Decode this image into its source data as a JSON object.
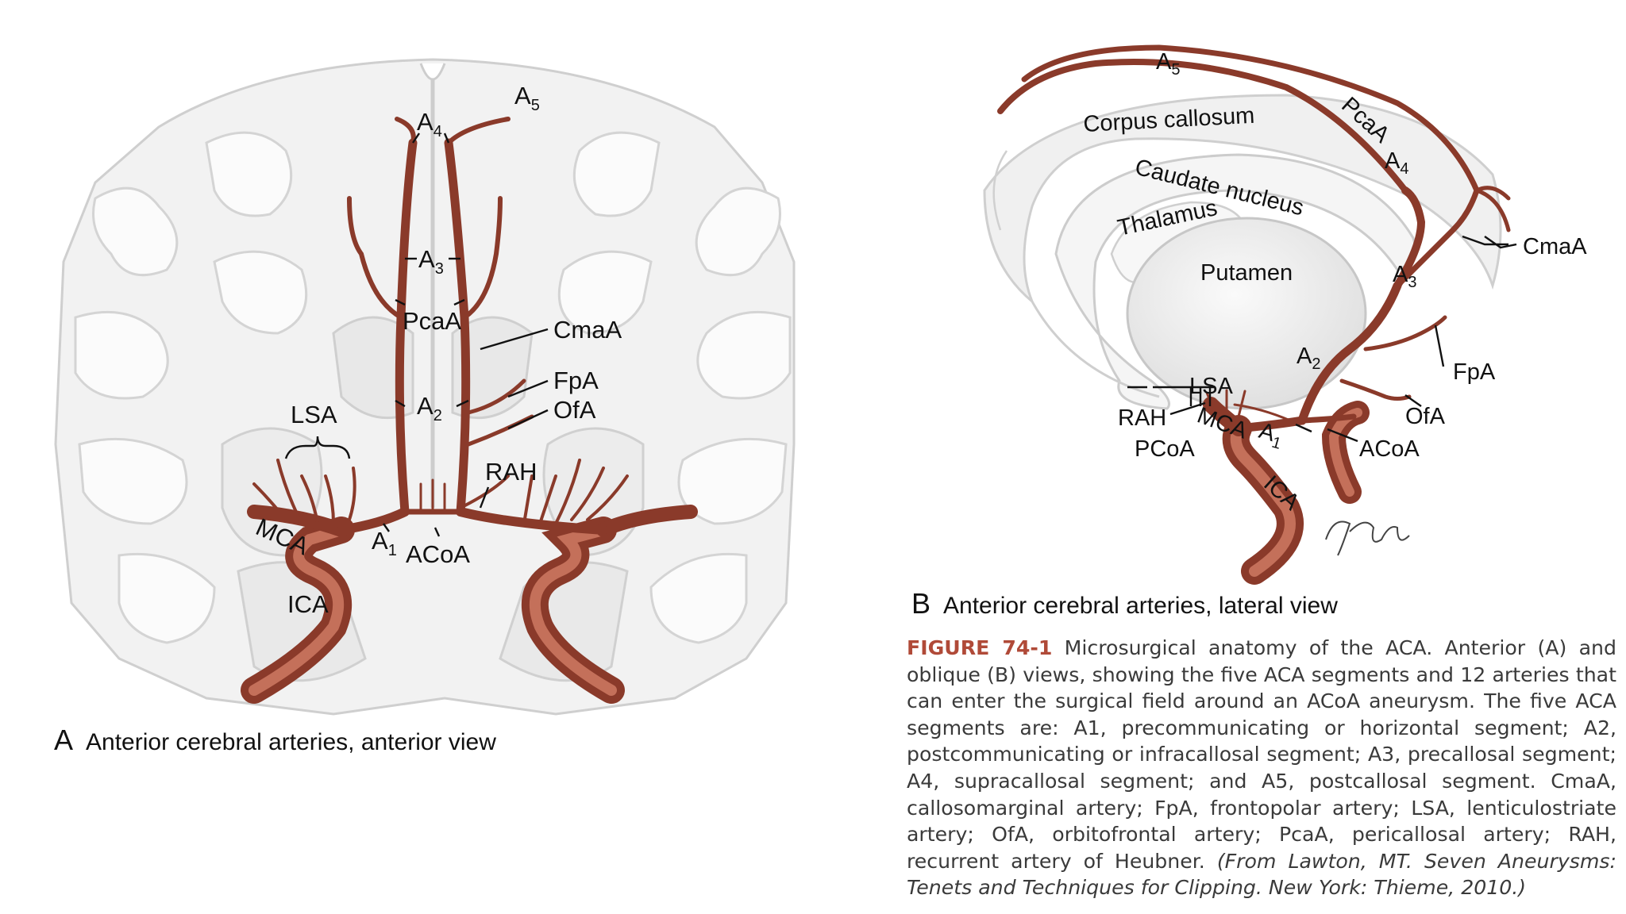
{
  "panel_a": {
    "letter": "A",
    "title": "Anterior cerebral arteries, anterior view",
    "labels": {
      "a4": "A",
      "a4_sub": "4",
      "a5": "A",
      "a5_sub": "5",
      "a3": "A",
      "a3_sub": "3",
      "pcaa": "PcaA",
      "cmaa": "CmaA",
      "fpa": "FpA",
      "ofa": "OfA",
      "lsa": "LSA",
      "a2": "A",
      "a2_sub": "2",
      "rah": "RAH",
      "mca": "MCA",
      "a1": "A",
      "a1_sub": "1",
      "acoa": "ACoA",
      "ica": "ICA"
    }
  },
  "panel_b": {
    "letter": "B",
    "title": "Anterior cerebral arteries, lateral view",
    "labels": {
      "a5": "A",
      "a5_sub": "5",
      "corpus_callosum": "Corpus callosum",
      "pcaa": "PcaA",
      "a4": "A",
      "a4_sub": "4",
      "caudate_nucleus": "Caudate nucleus",
      "thalamus": "Thalamus",
      "cmaa": "CmaA",
      "putamen": "Putamen",
      "a3": "A",
      "a3_sub": "3",
      "a2": "A",
      "a2_sub": "2",
      "fpa": "FpA",
      "lsa": "LSA",
      "rah": "RAH",
      "mca": "MCA",
      "a1": "A",
      "a1_sub": "1",
      "ofa": "OfA",
      "pcoa": "PCoA",
      "acoa": "ACoA",
      "ica": "ICA"
    }
  },
  "caption": {
    "figure_number": "FIGURE 74-1",
    "body": " Microsurgical anatomy of the ACA. Anterior (A) and oblique (B) views, showing the five ACA segments and 12 arteries that can enter the surgical field around an ACoA aneurysm. The five ACA segments are: A1, precommunicating or horizontal segment; A2, postcommunicating or infracallosal segment; A3, precallosal segment; A4, supracallosal segment; and A5, postcallosal segment. CmaA, callosomarginal artery; FpA, frontopolar artery; LSA, lenticulostriate artery; OfA, orbitofrontal artery; PcaA, pericallosal artery; RAH, recurrent artery of Heubner. ",
    "source": "(From Lawton, MT. Seven Aneurysms: Tenets and Techniques for Clipping. New York: Thieme, 2010.)"
  },
  "colors": {
    "artery": "#a8503e",
    "artery_dark": "#7e3526",
    "brain_fill": "#f1f1f1",
    "brain_outline": "#c9c9c9",
    "figure_number": "#b04a38"
  }
}
